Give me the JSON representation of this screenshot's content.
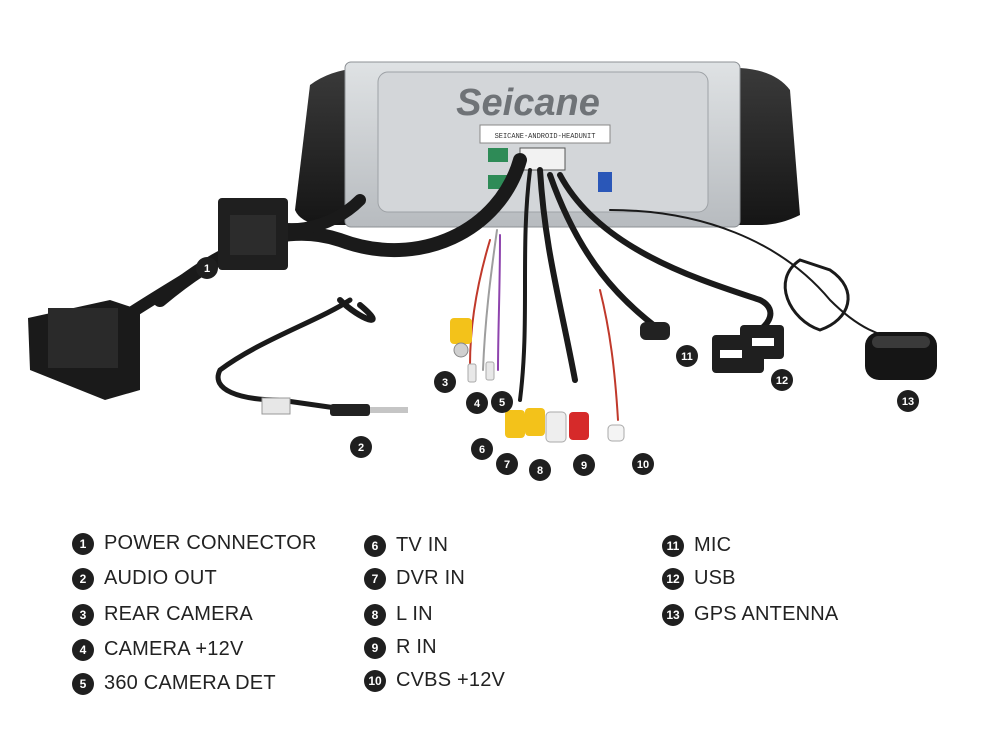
{
  "product": {
    "brand_logo": "Seicane",
    "label_text": "SEICANE-ANDROID-HEADUNIT"
  },
  "callouts": [
    {
      "num": "1"
    },
    {
      "num": "2"
    },
    {
      "num": "3"
    },
    {
      "num": "4"
    },
    {
      "num": "5"
    },
    {
      "num": "6"
    },
    {
      "num": "7"
    },
    {
      "num": "8"
    },
    {
      "num": "9"
    },
    {
      "num": "10"
    },
    {
      "num": "11"
    },
    {
      "num": "12"
    },
    {
      "num": "13"
    }
  ],
  "legend": {
    "columns": [
      [
        {
          "num": "1",
          "label": "POWER CONNECTOR"
        },
        {
          "num": "2",
          "label": "AUDIO OUT"
        },
        {
          "num": "3",
          "label": "REAR CAMERA"
        },
        {
          "num": "4",
          "label": "CAMERA +12V"
        },
        {
          "num": "5",
          "label": "360 CAMERA DET"
        }
      ],
      [
        {
          "num": "6",
          "label": "TV IN"
        },
        {
          "num": "7",
          "label": "DVR IN"
        },
        {
          "num": "8",
          "label": "L IN"
        },
        {
          "num": "9",
          "label": "R IN"
        },
        {
          "num": "10",
          "label": "CVBS +12V"
        }
      ],
      [
        {
          "num": "11",
          "label": "MIC"
        },
        {
          "num": "12",
          "label": "USB"
        },
        {
          "num": "13",
          "label": "GPS ANTENNA"
        }
      ]
    ]
  },
  "colors": {
    "cable_black": "#1a1a1a",
    "head_unit_silver": "#c9cccf",
    "rca_yellow": "#f3c21a",
    "rca_white": "#eeeeee",
    "rca_red": "#d62a2a",
    "badge": "#1f1f1f"
  }
}
